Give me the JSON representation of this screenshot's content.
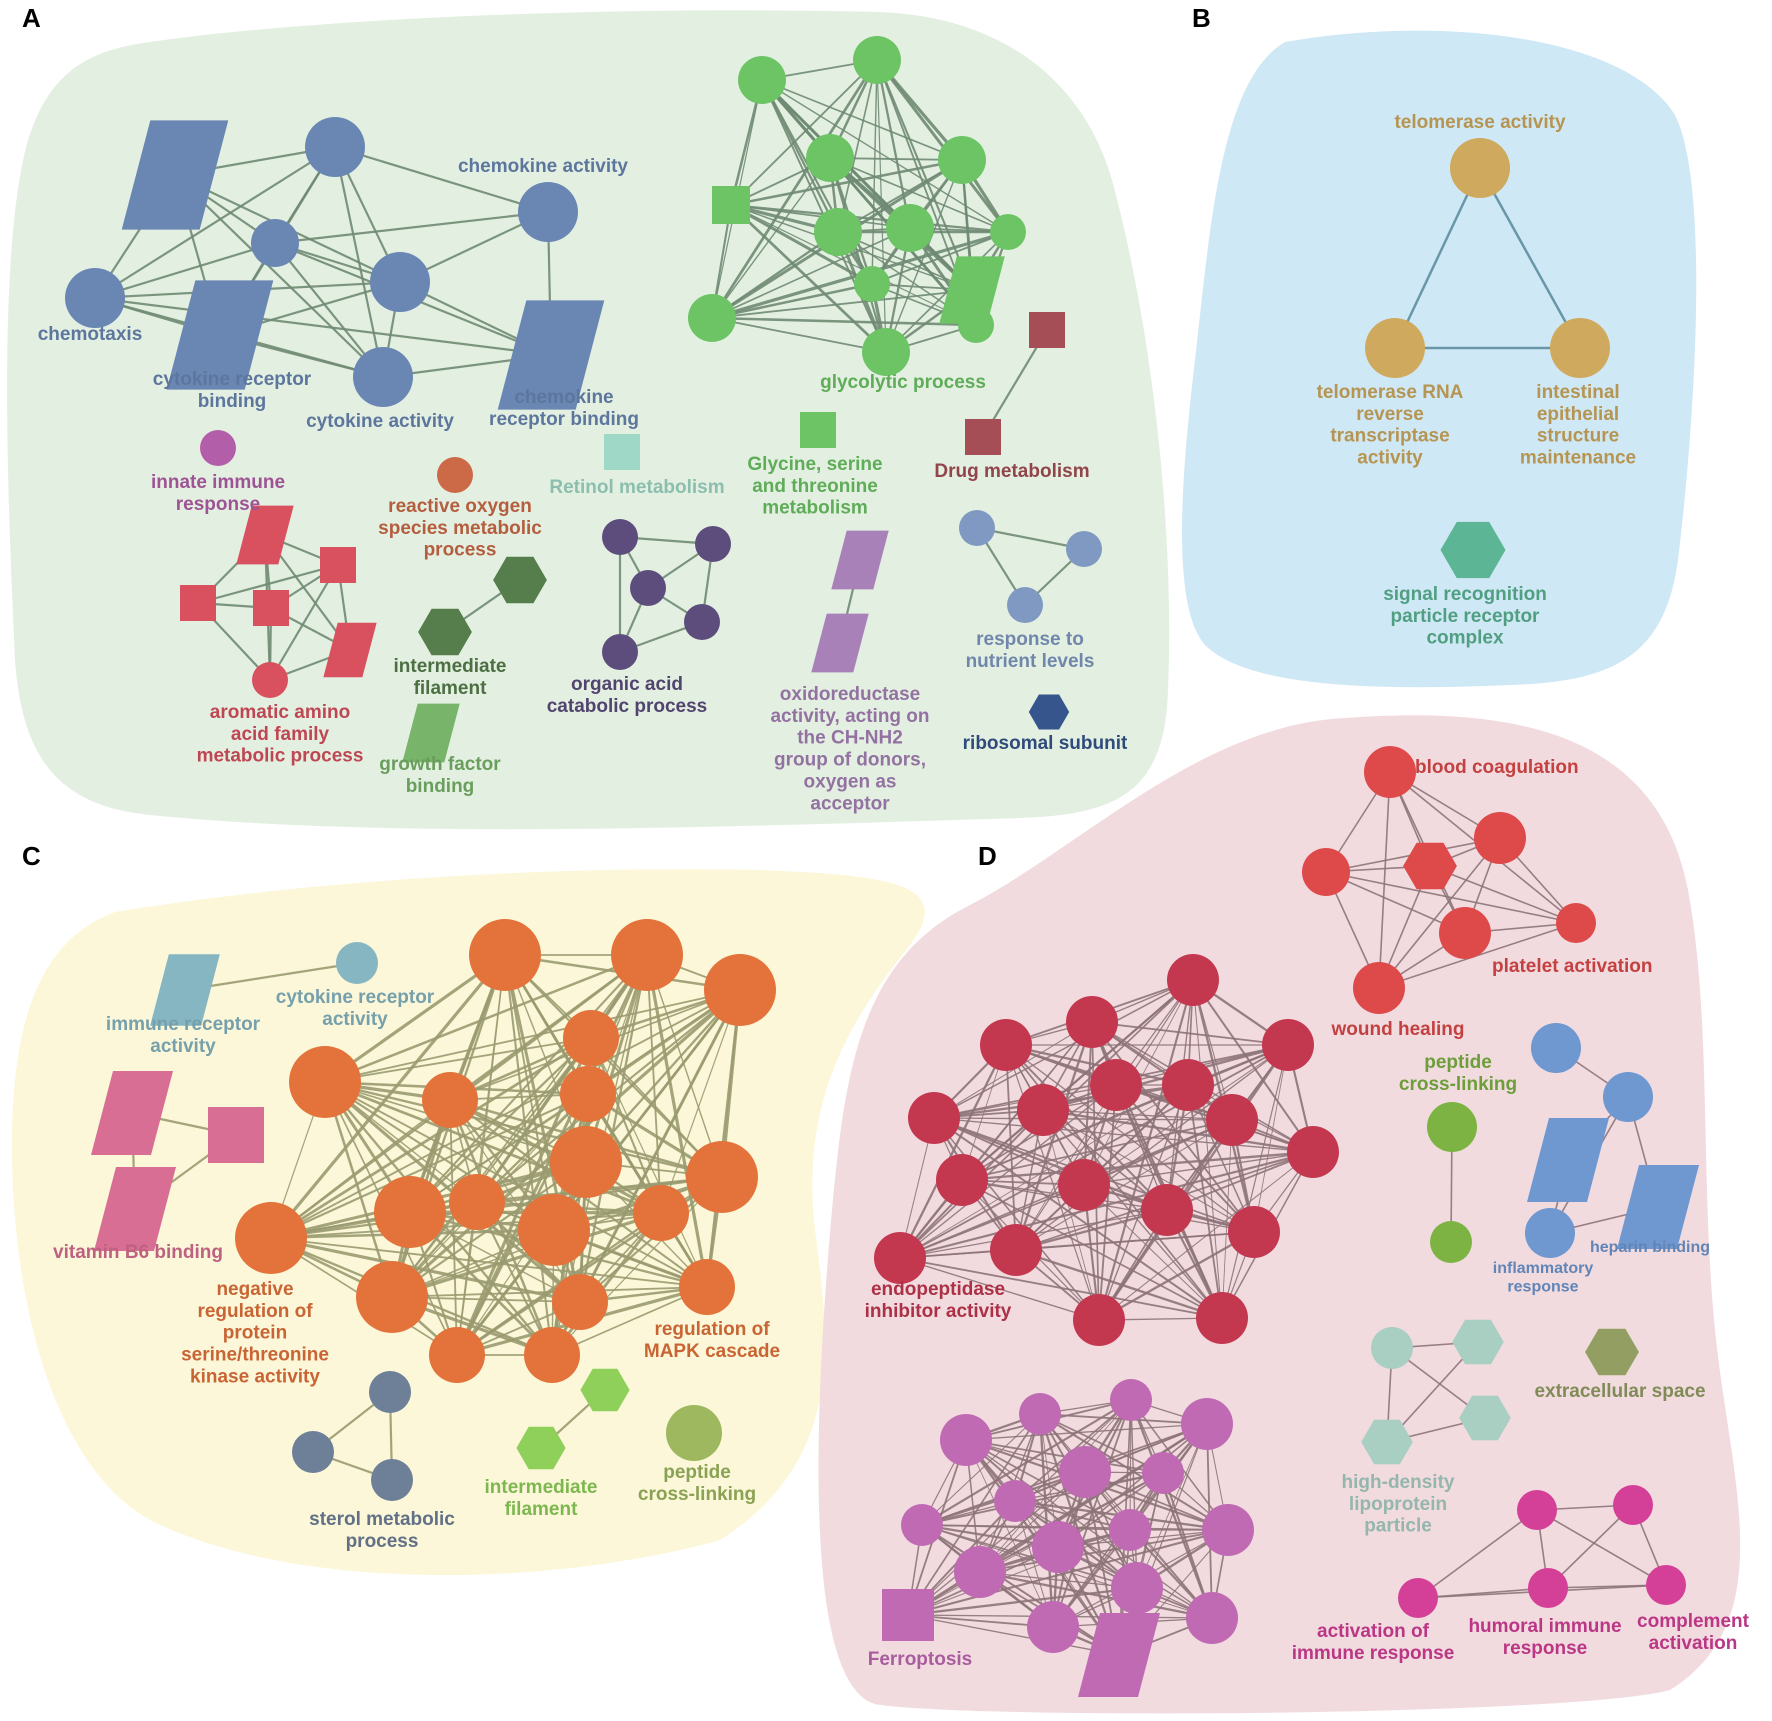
{
  "panels": [
    {
      "id": "A",
      "letter": "A",
      "bg": "#e3f0e1",
      "clusters": [
        {
          "key": "chemokine",
          "color": "#6a86b3",
          "labels": [
            {
              "id": "chemotaxis",
              "lines": [
                "chemotaxis"
              ]
            },
            {
              "id": "chemokine-activity",
              "lines": [
                "chemokine activity"
              ]
            },
            {
              "id": "cytokine-receptor-binding",
              "lines": [
                "cytokine receptor",
                "binding"
              ]
            },
            {
              "id": "cytokine-activity",
              "lines": [
                "cytokine activity"
              ]
            },
            {
              "id": "chemokine-receptor-binding",
              "lines": [
                "chemokine",
                "receptor binding"
              ]
            }
          ]
        },
        {
          "key": "glycolytic",
          "color": "#6cc465",
          "labels": [
            {
              "id": "glycolytic-process",
              "lines": [
                "glycolytic process"
              ]
            }
          ]
        },
        {
          "key": "drug",
          "color": "#a54e55",
          "labels": [
            {
              "id": "drug-metabolism",
              "lines": [
                "Drug metabolism"
              ]
            }
          ]
        },
        {
          "key": "glycine",
          "color": "#6cc465",
          "labels": [
            {
              "id": "glycine-serine",
              "lines": [
                "Glycine, serine",
                "and threonine",
                "metabolism"
              ]
            }
          ]
        },
        {
          "key": "retinol",
          "color": "#9fd8c6",
          "labels": [
            {
              "id": "retinol-metabolism",
              "lines": [
                "Retinol metabolism"
              ]
            }
          ]
        },
        {
          "key": "innate",
          "color": "#b35ea8",
          "labels": [
            {
              "id": "innate-immune",
              "lines": [
                "innate immune",
                "response"
              ]
            }
          ]
        },
        {
          "key": "ros",
          "color": "#cc6a48",
          "labels": [
            {
              "id": "reactive-oxygen",
              "lines": [
                "reactive oxygen",
                "species metabolic",
                "process"
              ]
            }
          ]
        },
        {
          "key": "aromatic",
          "color": "#d9505e",
          "labels": [
            {
              "id": "aromatic-amino",
              "lines": [
                "aromatic amino",
                "acid family",
                "metabolic process"
              ]
            }
          ]
        },
        {
          "key": "intermediate",
          "color": "#567e4c",
          "labels": [
            {
              "id": "intermediate-filament-a",
              "lines": [
                "intermediate",
                "filament"
              ]
            }
          ]
        },
        {
          "key": "organic",
          "color": "#5c4d7d",
          "labels": [
            {
              "id": "organic-acid",
              "lines": [
                "organic acid",
                "catabolic process"
              ]
            }
          ]
        },
        {
          "key": "oxido",
          "color": "#a781b8",
          "labels": [
            {
              "id": "oxidoreductase",
              "lines": [
                "oxidoreductase",
                "activity, acting on",
                "the CH-NH2",
                "group of donors,",
                "oxygen as",
                "acceptor"
              ]
            }
          ]
        },
        {
          "key": "nutrient",
          "color": "#7f99c2",
          "labels": [
            {
              "id": "response-nutrient",
              "lines": [
                "response to",
                "nutrient levels"
              ]
            }
          ]
        },
        {
          "key": "ribosomal",
          "color": "#35558c",
          "labels": [
            {
              "id": "ribosomal-subunit",
              "lines": [
                "ribosomal subunit"
              ]
            }
          ]
        },
        {
          "key": "growth",
          "color": "#78b46a",
          "labels": [
            {
              "id": "growth-factor",
              "lines": [
                "growth factor",
                "binding"
              ]
            }
          ]
        }
      ]
    },
    {
      "id": "B",
      "letter": "B",
      "bg": "#cfe8f5",
      "clusters": [
        {
          "key": "telomerase",
          "color": "#cfa95e",
          "labels": [
            {
              "id": "telomerase-activity",
              "lines": [
                "telomerase activity"
              ]
            },
            {
              "id": "telomerase-rna",
              "lines": [
                "telomerase RNA",
                "reverse",
                "transcriptase",
                "activity"
              ]
            },
            {
              "id": "intestinal-epithelial",
              "lines": [
                "intestinal",
                "epithelial",
                "structure",
                "maintenance"
              ]
            }
          ]
        },
        {
          "key": "srp",
          "color": "#5cb594",
          "labels": [
            {
              "id": "signal-recognition",
              "lines": [
                "signal recognition",
                "particle receptor",
                "complex"
              ]
            }
          ]
        }
      ]
    },
    {
      "id": "C",
      "letter": "C",
      "bg": "#fbf7d8",
      "clusters": [
        {
          "key": "mapk",
          "color": "#e4733b",
          "labels": [
            {
              "id": "negative-regulation",
              "lines": [
                "negative",
                "regulation of",
                "protein",
                "serine/threonine",
                "kinase activity"
              ]
            },
            {
              "id": "regulation-mapk",
              "lines": [
                "regulation of",
                "MAPK cascade"
              ]
            }
          ]
        },
        {
          "key": "immune-receptor",
          "color": "#86b6c2",
          "labels": [
            {
              "id": "immune-receptor-activity",
              "lines": [
                "immune receptor",
                "activity"
              ]
            },
            {
              "id": "cytokine-receptor-activity",
              "lines": [
                "cytokine receptor",
                "activity"
              ]
            }
          ]
        },
        {
          "key": "vitb6",
          "color": "#d86e93",
          "labels": [
            {
              "id": "vitamin-b6",
              "lines": [
                "vitamin B6 binding"
              ]
            }
          ]
        },
        {
          "key": "sterol",
          "color": "#6e7f98",
          "labels": [
            {
              "id": "sterol-metabolic",
              "lines": [
                "sterol metabolic",
                "process"
              ]
            }
          ]
        },
        {
          "key": "intermediate-c",
          "color": "#8ed05a",
          "labels": [
            {
              "id": "intermediate-filament-c",
              "lines": [
                "intermediate",
                "filament"
              ]
            }
          ]
        },
        {
          "key": "peptide-c",
          "color": "#9db85e",
          "labels": [
            {
              "id": "peptide-cross-linking-c",
              "lines": [
                "peptide",
                "cross-linking"
              ]
            }
          ]
        }
      ]
    },
    {
      "id": "D",
      "letter": "D",
      "bg": "#f1dbdf",
      "clusters": [
        {
          "key": "coag",
          "color": "#de4a4a",
          "labels": [
            {
              "id": "blood-coagulation",
              "lines": [
                "blood coagulation"
              ]
            },
            {
              "id": "platelet-activation",
              "lines": [
                "platelet activation"
              ]
            },
            {
              "id": "wound-healing",
              "lines": [
                "wound healing"
              ]
            }
          ]
        },
        {
          "key": "endopep",
          "color": "#c4384f",
          "labels": [
            {
              "id": "endopeptidase",
              "lines": [
                "endopeptidase",
                "inhibitor activity"
              ]
            }
          ]
        },
        {
          "key": "peptide-d",
          "color": "#7cb342",
          "labels": [
            {
              "id": "peptide-cross-linking-d",
              "lines": [
                "peptide",
                "cross-linking"
              ]
            }
          ]
        },
        {
          "key": "heparin",
          "color": "#6f97d0",
          "labels": [
            {
              "id": "heparin-binding",
              "lines": [
                "heparin binding"
              ]
            },
            {
              "id": "inflammatory-response",
              "lines": [
                "inflammatory",
                "response"
              ]
            }
          ]
        },
        {
          "key": "ferro",
          "color": "#c06ab4",
          "labels": [
            {
              "id": "ferroptosis",
              "lines": [
                "Ferroptosis"
              ]
            }
          ]
        },
        {
          "key": "hdl",
          "color": "#a9cfc3",
          "labels": [
            {
              "id": "hdl-particle",
              "lines": [
                "high-density",
                "lipoprotein",
                "particle"
              ]
            }
          ]
        },
        {
          "key": "extracellular",
          "color": "#939e63",
          "labels": [
            {
              "id": "extracellular-space",
              "lines": [
                "extracellular space"
              ]
            }
          ]
        },
        {
          "key": "complement",
          "color": "#d43f97",
          "labels": [
            {
              "id": "activation-immune",
              "lines": [
                "activation of",
                "immune response"
              ]
            },
            {
              "id": "humoral-immune",
              "lines": [
                "humoral immune",
                "response"
              ]
            },
            {
              "id": "complement-activation",
              "lines": [
                "complement",
                "activation"
              ]
            }
          ]
        }
      ]
    }
  ]
}
